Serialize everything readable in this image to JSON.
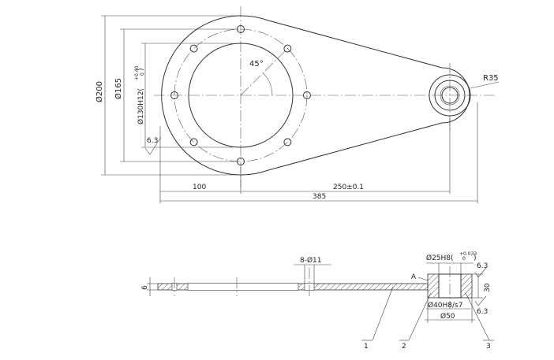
{
  "plan_view": {
    "dims": {
      "dia_200": "Ø200",
      "dia_165": "Ø165",
      "dia_130": "Ø130H12(",
      "dia_130_tol_upper": "+0.40",
      "dia_130_tol_lower": "0",
      "dia_130_close": ")",
      "angle": "45°",
      "radius": "R35",
      "roughness": "6.3",
      "len_100": "100",
      "len_250": "250±0.1",
      "len_385": "385"
    }
  },
  "section_view": {
    "dims": {
      "thickness": "6",
      "holes": "8-Ø11",
      "bore": "Ø25H8(",
      "bore_tol_upper": "+0.033",
      "bore_tol_lower": "0",
      "bore_close": ")",
      "hub_fit": "Ø40H8/s7",
      "hub_od": "Ø50",
      "height": "30",
      "roughness_top": "6.3",
      "roughness_bottom": "6.3",
      "view_mark": "A"
    },
    "balloons": [
      "1",
      "2",
      "3"
    ]
  }
}
